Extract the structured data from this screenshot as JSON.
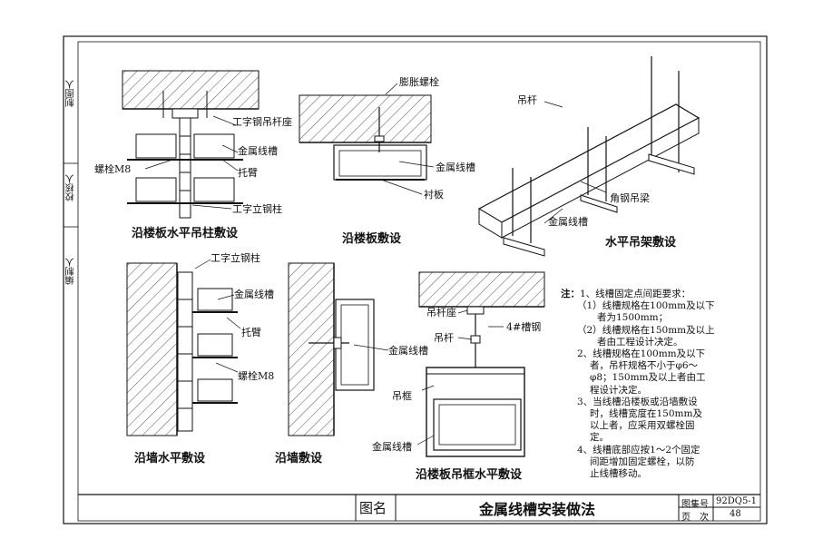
{
  "side_labels": {
    "drawing": "制图人",
    "check": "校核人",
    "compile": "编制人"
  },
  "diagrams": [
    {
      "id": "column",
      "caption": "沿楼板水平吊柱敷设",
      "labels": [
        "工字钢吊杆座",
        "金属线槽",
        "螺栓M8",
        "托臂",
        "工字立钢柱"
      ]
    },
    {
      "id": "slab",
      "caption": "沿楼板敷设",
      "labels": [
        "膨胀螺栓",
        "金属线槽",
        "衬板"
      ]
    },
    {
      "id": "hanger",
      "caption": "水平吊架敷设",
      "labels": [
        "吊杆",
        "角钢吊梁",
        "金属线槽"
      ]
    },
    {
      "id": "wall-horizontal",
      "caption": "沿墙水平敷设",
      "labels": [
        "工字立钢柱",
        "金属线槽",
        "托臂",
        "螺栓M8"
      ]
    },
    {
      "id": "wall",
      "caption": "沿墙敷设",
      "labels": [
        "金属线槽"
      ]
    },
    {
      "id": "frame",
      "caption": "沿楼板吊框水平敷设",
      "labels": [
        "吊杆座",
        "4#槽钢",
        "吊杆",
        "吊框",
        "金属线槽"
      ]
    }
  ],
  "notes": {
    "title": "注：",
    "lines": [
      "1、线槽固定点间距要求：",
      "（1）线槽规格在100mm及以下",
      "者为1500mm；",
      "（2）线槽规格在150mm及以上",
      "者由工程设计决定。",
      "2、线槽规格在100mm及以下",
      "者，吊杆规格不小于φ6～",
      "φ8；150mm及以上者由工",
      "程设计决定。",
      "3、当线槽沿楼板或沿墙敷设",
      "时，线槽宽度在150mm及",
      "以上者，应采用双螺栓固",
      "定。",
      "4、线槽底部应按1～2个固定",
      "间距增加固定螺栓，以防",
      "止线槽移动。"
    ]
  },
  "title_block": {
    "label": "图名",
    "title": "金属线槽安装做法",
    "atlas_label": "图集号",
    "atlas_no": "92DQ5-1",
    "page_label": "页　次",
    "page_no": "48"
  },
  "colors": {
    "ink": "#111111",
    "hatch": "#555555",
    "paper": "#ffffff",
    "shade": "#d8d8d8"
  }
}
